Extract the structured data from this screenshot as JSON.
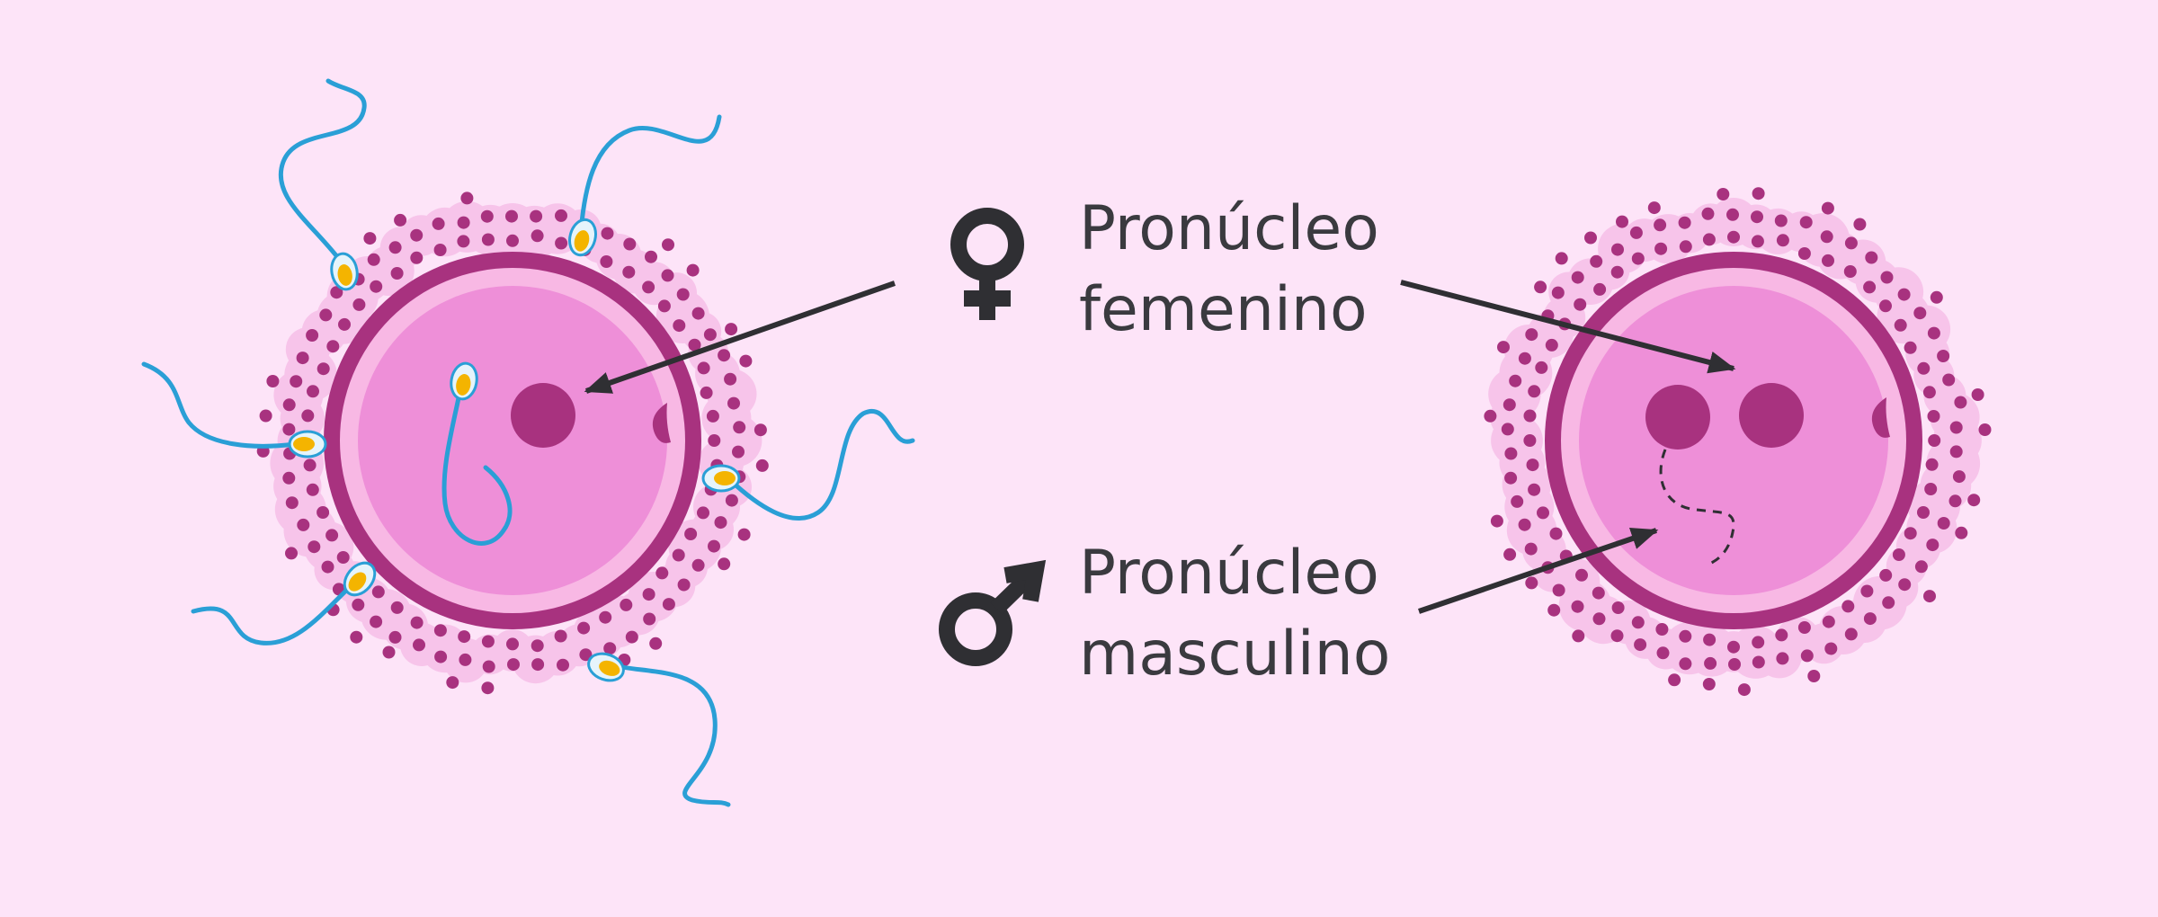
{
  "labels": {
    "female": {
      "line1": "Pronúcleo",
      "line2": "femenino"
    },
    "male": {
      "line1": "Pronúcleo",
      "line2": "masculino"
    }
  },
  "icons": {
    "female": "female-symbol",
    "male": "male-symbol"
  },
  "colors": {
    "background": "#fde4f8",
    "corona_dot": "#a8327f",
    "corona_cell": "#f7c4ea",
    "zona": "#a8327f",
    "zona_inner": "#f8b8e4",
    "cytoplasm": "#ee8fd8",
    "pronucleus": "#a8327f",
    "sperm_tail": "#2a9fd6",
    "sperm_head": "#f4b400",
    "text": "#3a3a3f"
  }
}
